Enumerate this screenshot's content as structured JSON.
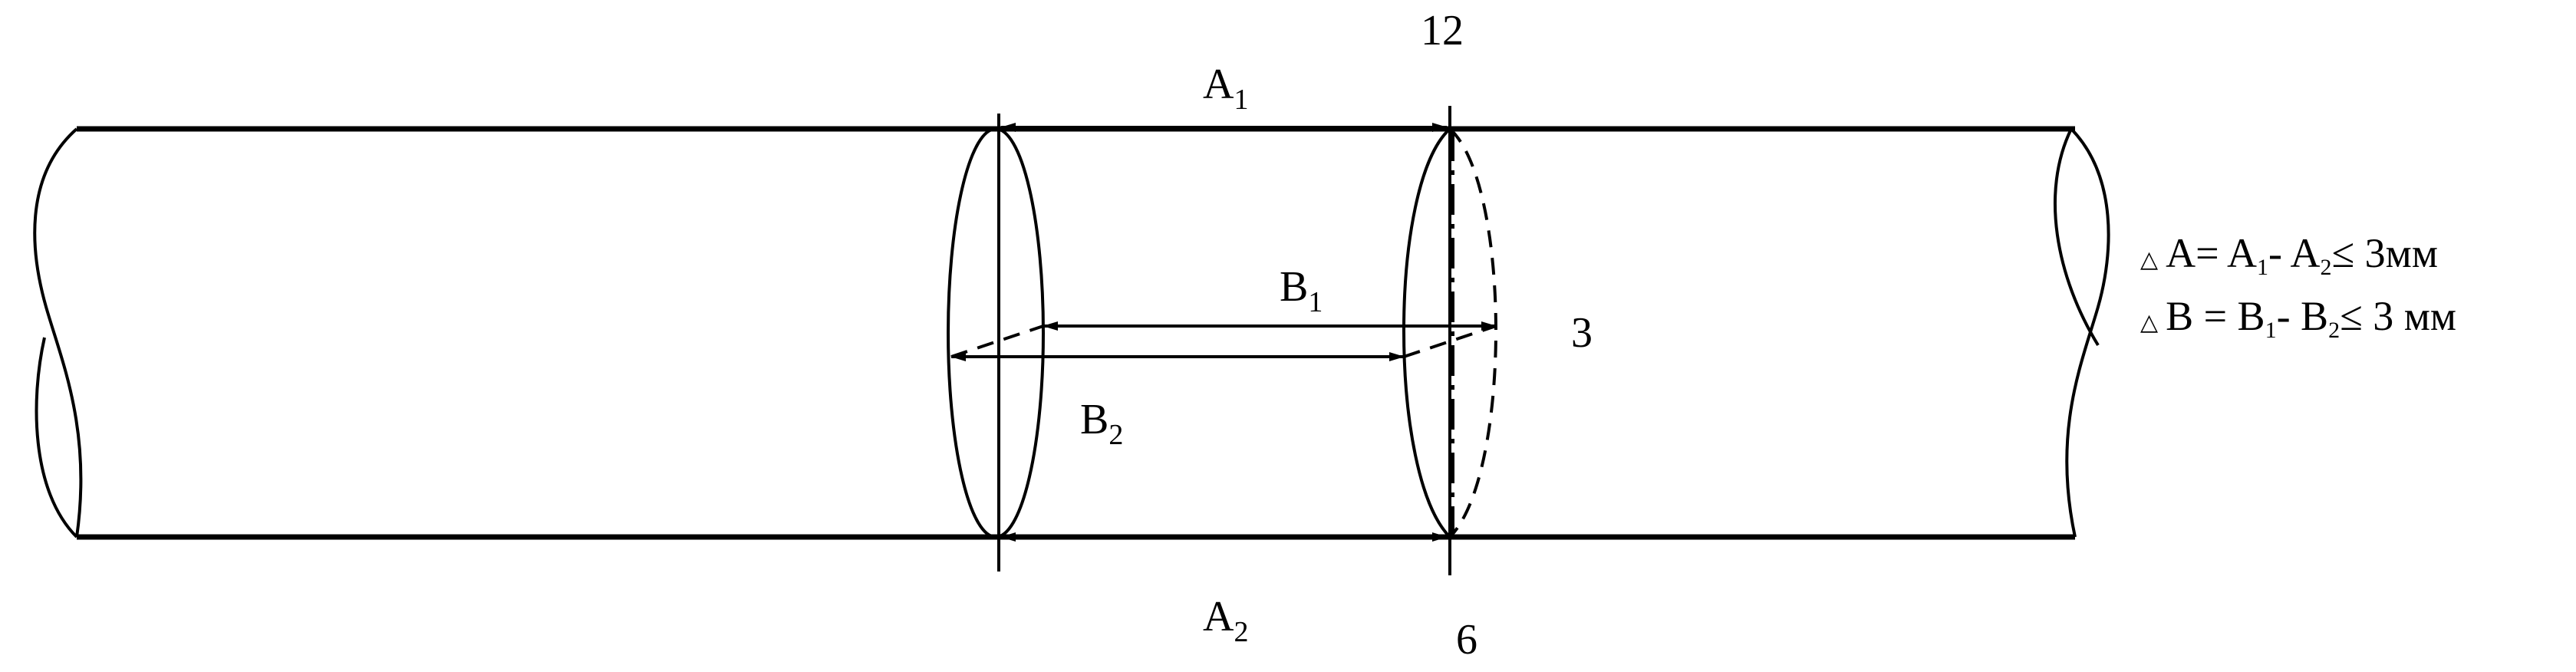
{
  "labels": {
    "a1": "A",
    "a1_sub": "1",
    "a2": "A",
    "a2_sub": "2",
    "b1": "B",
    "b1_sub": "1",
    "b2": "B",
    "b2_sub": "2",
    "clock_top": "12",
    "clock_right": "3",
    "clock_bottom": "6"
  },
  "formulas": {
    "delta_a": {
      "symbol": "△",
      "lhs": "A= A",
      "sub1": "1",
      "mid": "- A",
      "sub2": "2",
      "rhs": "≤ 3мм"
    },
    "delta_b": {
      "symbol": "△",
      "lhs": "B = B",
      "sub1": "1",
      "mid": "- B",
      "sub2": "2",
      "rhs": "≤ 3 мм"
    }
  }
}
